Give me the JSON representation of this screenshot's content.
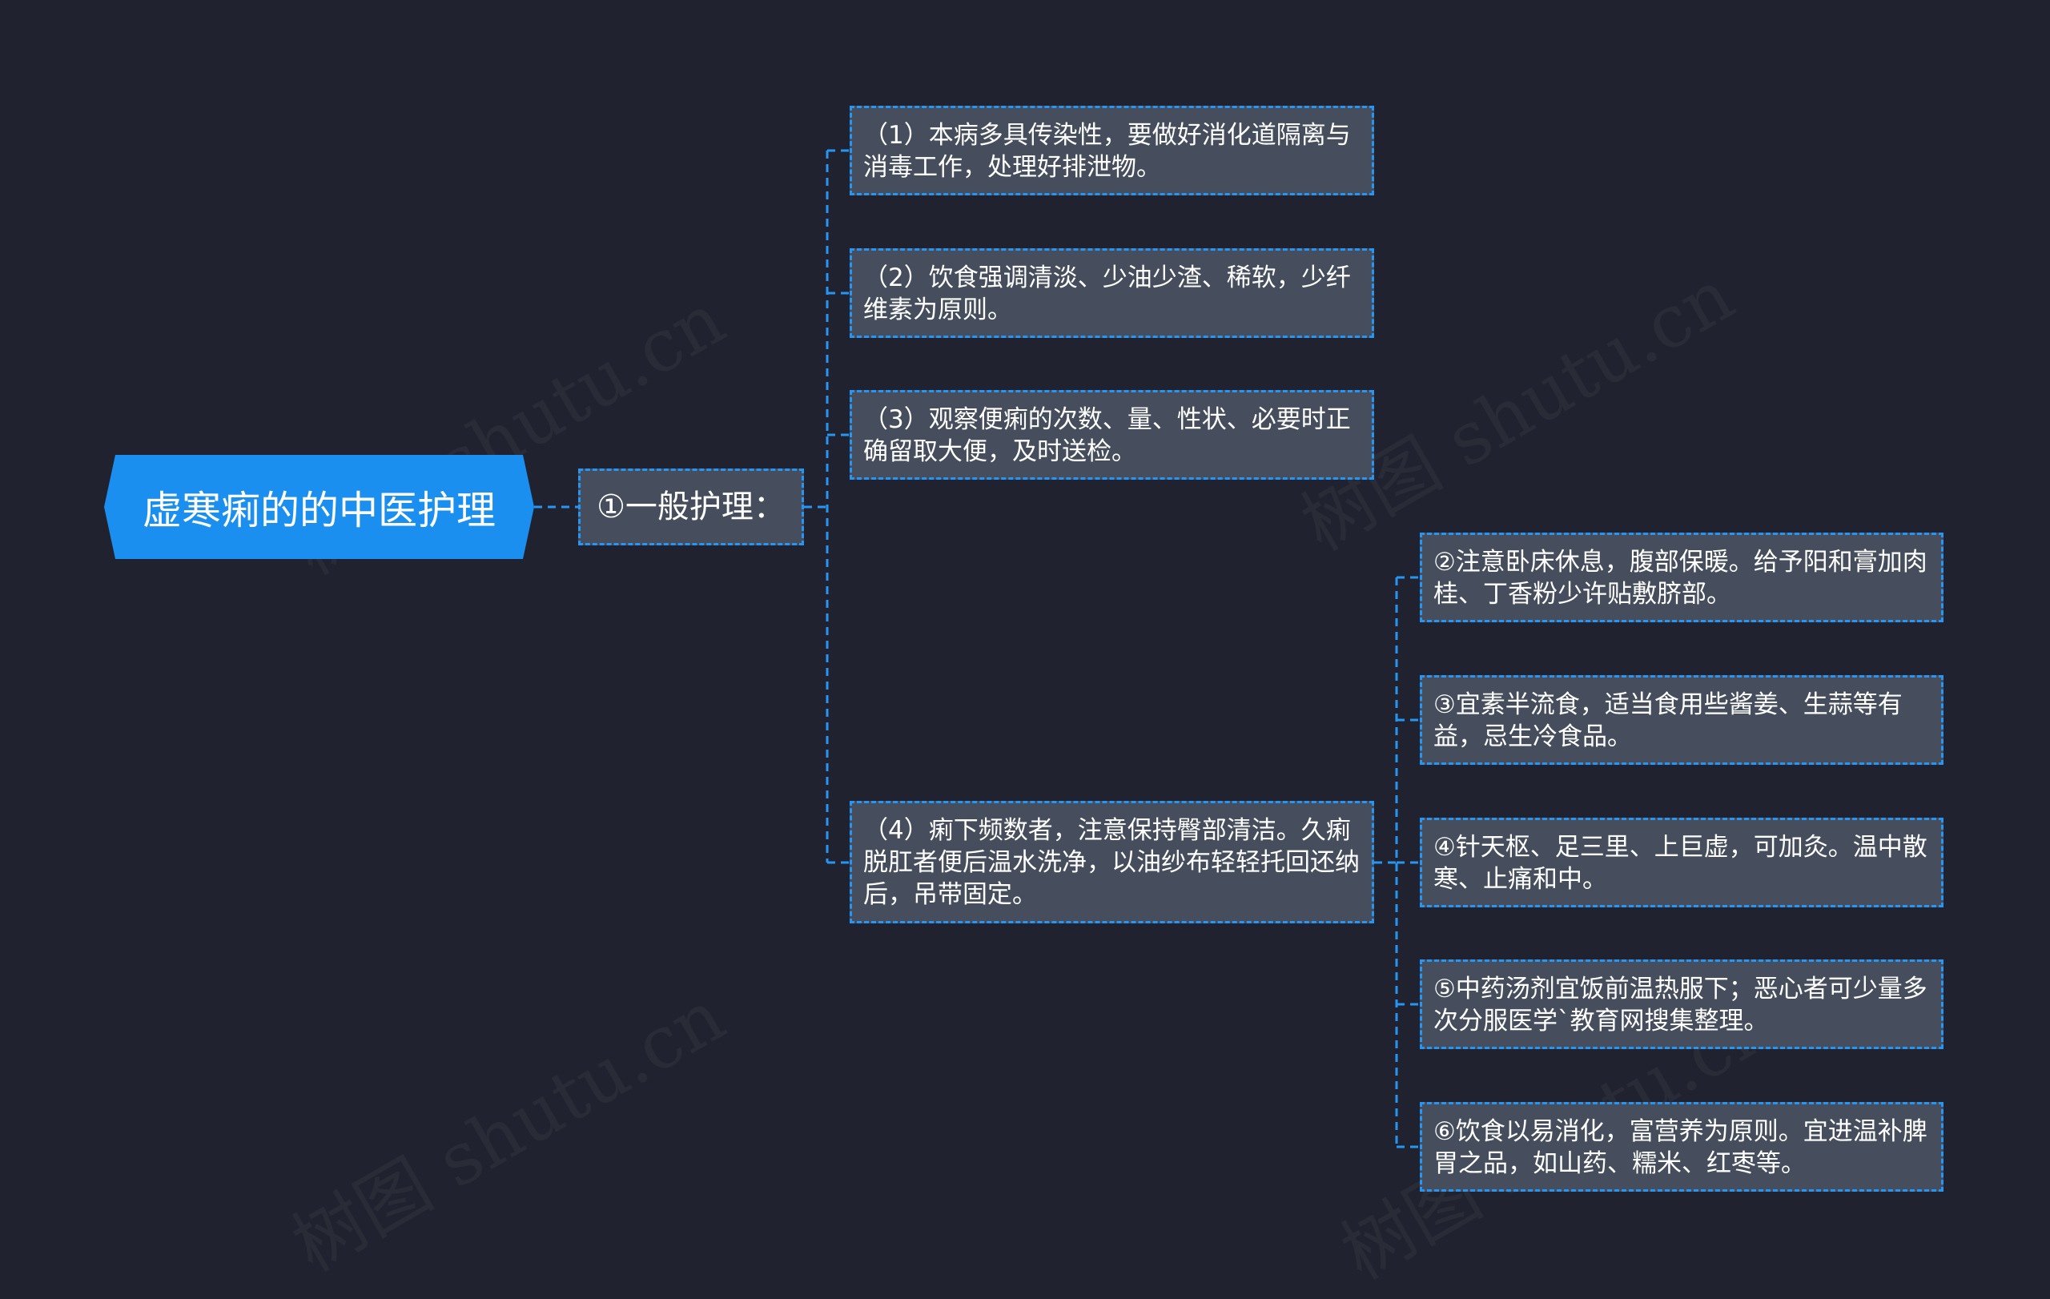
{
  "colors": {
    "background": "#20232f",
    "root": "#1b8ff0",
    "node_fill": "#464e5d",
    "line": "#2596f3"
  },
  "watermark": "树图 shutu.cn",
  "root": {
    "label": "虚寒痢的的中医护理"
  },
  "branch": {
    "label": "①一般护理："
  },
  "items": [
    {
      "text": "（1）本病多具传染性，要做好消化道隔离与消毒工作，处理好排泄物。"
    },
    {
      "text": "（2）饮食强调清淡、少油少渣、稀软，少纤维素为原则。"
    },
    {
      "text": "（3）观察便痢的次数、量、性状、必要时正确留取大便，及时送检。"
    },
    {
      "text": "（4）痢下频数者，注意保持臀部清洁。久痢脱肛者便后温水洗净，以油纱布轻轻托回还纳后，吊带固定。"
    }
  ],
  "subitems": [
    {
      "text": "②注意卧床休息，腹部保暖。给予阳和膏加肉桂、丁香粉少许贴敷脐部。"
    },
    {
      "text": "③宜素半流食，适当食用些酱姜、生蒜等有益，忌生冷食品。"
    },
    {
      "text": "④针天枢、足三里、上巨虚，可加灸。温中散寒、止痛和中。"
    },
    {
      "text": "⑤中药汤剂宜饭前温热服下；恶心者可少量多次分服医学`教育网搜集整理。"
    },
    {
      "text": "⑥饮食以易消化，富营养为原则。宜进温补脾胃之品，如山药、糯米、红枣等。"
    }
  ]
}
